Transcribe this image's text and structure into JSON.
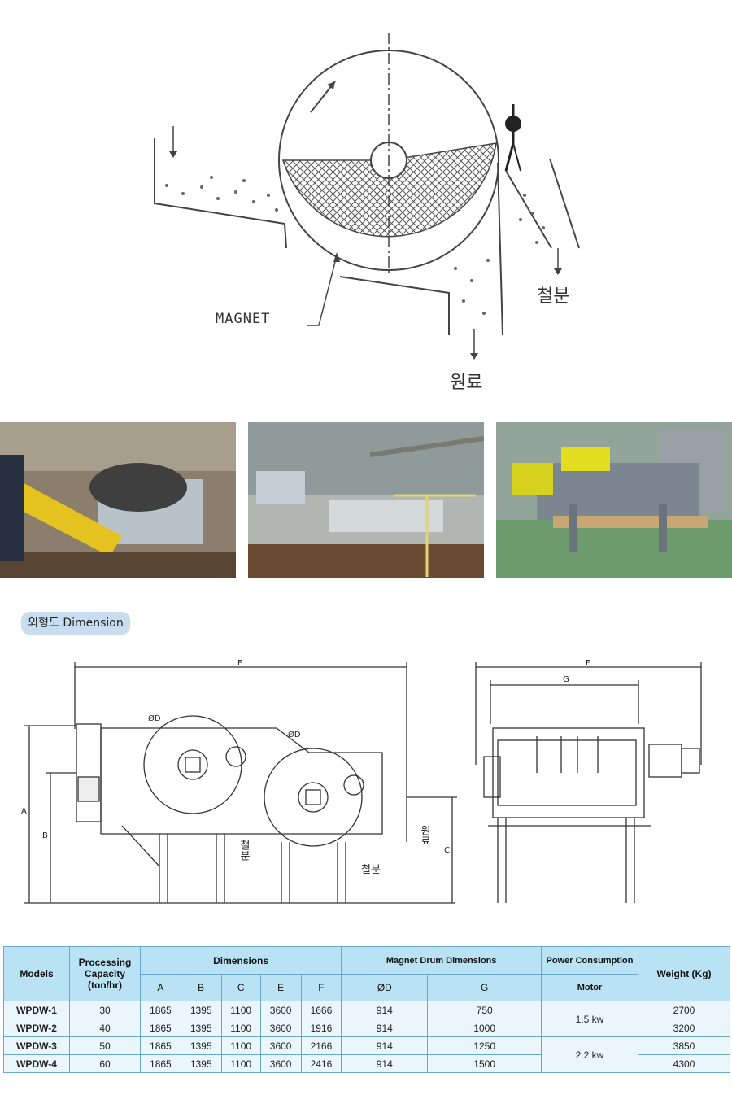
{
  "diagram_top": {
    "magnet_label": "MAGNET",
    "iron_label": "철분",
    "raw_label": "원료"
  },
  "photos": [
    {
      "name": "installation-photo-1"
    },
    {
      "name": "installation-photo-2"
    },
    {
      "name": "factory-photo-3"
    }
  ],
  "section_label": "외형도 Dimension",
  "dim_drawing": {
    "label_e": "E",
    "label_f": "F",
    "label_g": "G",
    "label_a": "A",
    "label_b": "B",
    "label_c": "C",
    "label_d1": "ØD",
    "label_d2": "ØD",
    "iron_1": "철분",
    "iron_2": "철분",
    "raw": "원료"
  },
  "table": {
    "h_models": "Models",
    "h_capacity": "Processing Capacity (ton/hr)",
    "h_dimensions": "Dimensions",
    "h_drum": "Magnet Drum Dimensions",
    "h_power": "Power Consumption",
    "h_weight": "Weight (Kg)",
    "sub_a": "A",
    "sub_b": "B",
    "sub_c": "C",
    "sub_e": "E",
    "sub_f": "F",
    "sub_d": "ØD",
    "sub_g": "G",
    "sub_motor": "Motor",
    "rows": [
      {
        "model": "WPDW-1",
        "cap": "30",
        "a": "1865",
        "b": "1395",
        "c": "1100",
        "e": "3600",
        "f": "1666",
        "d": "914",
        "g": "750",
        "weight": "2700"
      },
      {
        "model": "WPDW-2",
        "cap": "40",
        "a": "1865",
        "b": "1395",
        "c": "1100",
        "e": "3600",
        "f": "1916",
        "d": "914",
        "g": "1000",
        "weight": "3200"
      },
      {
        "model": "WPDW-3",
        "cap": "50",
        "a": "1865",
        "b": "1395",
        "c": "1100",
        "e": "3600",
        "f": "2166",
        "d": "914",
        "g": "1250",
        "weight": "3850"
      },
      {
        "model": "WPDW-4",
        "cap": "60",
        "a": "1865",
        "b": "1395",
        "c": "1100",
        "e": "3600",
        "f": "2416",
        "d": "914",
        "g": "1500",
        "weight": "4300"
      }
    ],
    "motor_1": "1.5 kw",
    "motor_2": "2.2 kw"
  }
}
